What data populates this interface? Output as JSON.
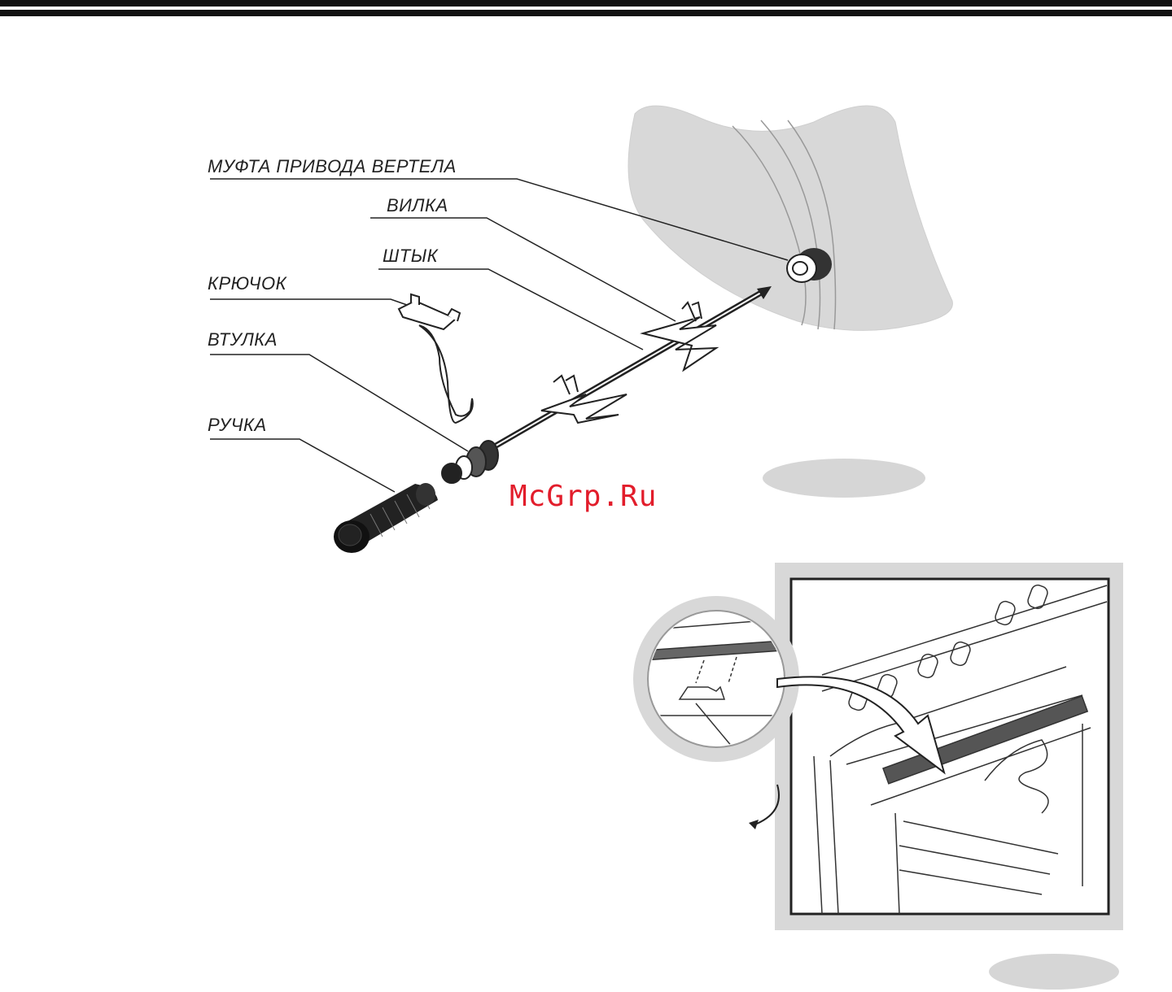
{
  "labels": {
    "coupling": "МУФТА ПРИВОДА ВЕРТЕЛА",
    "fork": "ВИЛКА",
    "spit": "ШТЫК",
    "hook": "КРЮЧОК",
    "bushing": "ВТУЛКА",
    "handle": "РУЧКА"
  },
  "watermark": "McGrp.Ru",
  "colors": {
    "panel_gray": "#d8d8d8",
    "ink": "#111111",
    "watermark": "#e21d2b"
  }
}
